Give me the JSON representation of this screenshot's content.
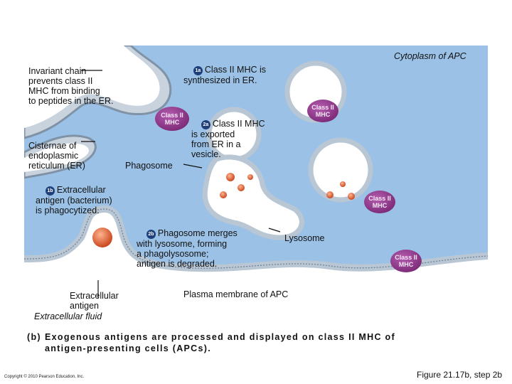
{
  "labels": {
    "invariant_chain": "Invariant chain\nprevents class II\nMHC from binding\nto peptides in the ER.",
    "step_1a_num": "1a",
    "step_1a_text": "Class II MHC is\nsynthesized in ER.",
    "cytoplasm": "Cytoplasm of APC",
    "step_2a_num": "2a",
    "step_2a_text": "Class II MHC\nis exported\nfrom ER in a\nvesicle.",
    "cisternae": "Cisternae of\nendoplasmic\nreticulum (ER)",
    "phagosome": "Phagosome",
    "step_1b_num": "1b",
    "step_1b_text": "Extracellular\nantigen (bacterium)\nis phagocytized.",
    "step_2b_num": "2b",
    "step_2b_text": "Phagosome merges\nwith lysosome, forming\na phagolysosome;\nantigen is degraded.",
    "lysosome": "Lysosome",
    "plasma_membrane": "Plasma membrane of APC",
    "extracellular_antigen": "Extracellular\nantigen",
    "extracellular_fluid": "Extracellular fluid",
    "mhc_tags": [
      "Class II\nMHC",
      "Class II\nMHC",
      "Class II\nMHC",
      "Class II\nMHC"
    ]
  },
  "caption": {
    "part": "(b)",
    "text": "Exogenous antigens are processed and displayed on class II MHC of\nantigen-presenting cells (APCs)."
  },
  "footer": {
    "copyright": "Copyright © 2010 Pearson Education, Inc.",
    "figure_ref": "Figure 21.17b, step 2b"
  },
  "colors": {
    "cytoplasm": "#9bc2e6",
    "membrane": "#c8d3de",
    "vesicle_fill": "#ffffff",
    "mhc": "#9a3f96",
    "antigen": "#e06a3a",
    "step_marker": "#1e3f7a"
  }
}
